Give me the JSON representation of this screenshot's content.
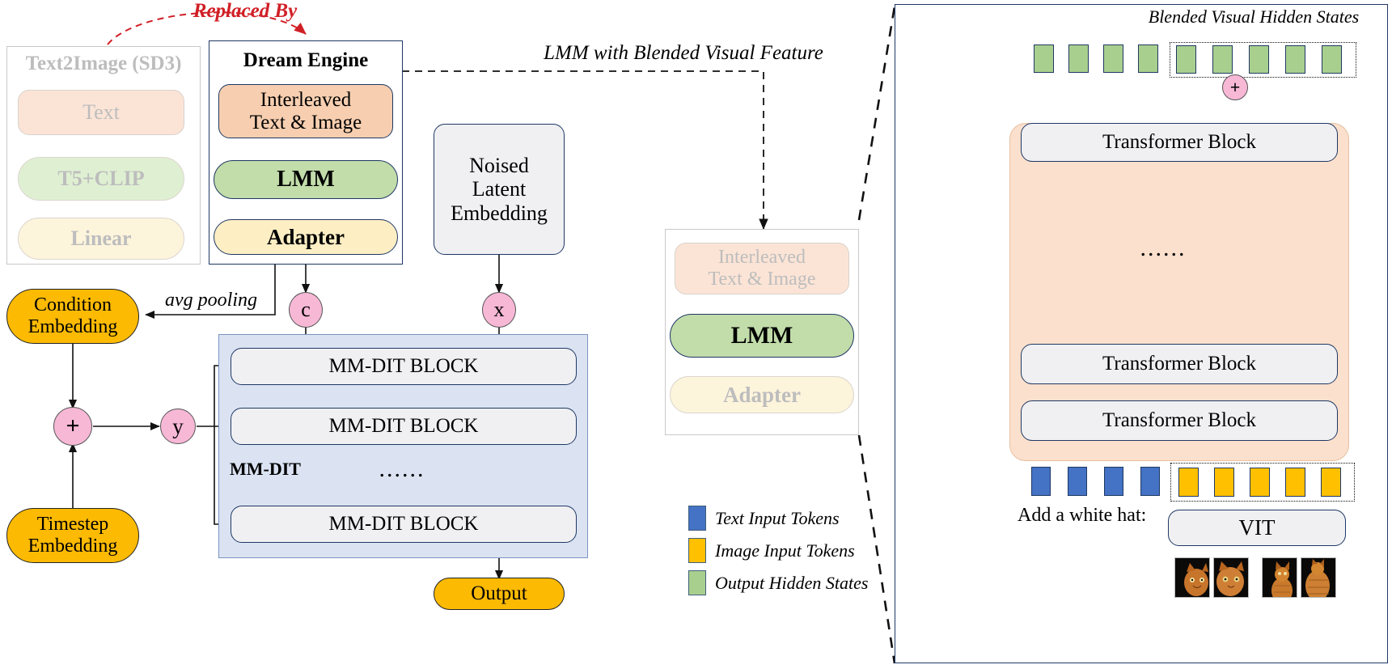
{
  "figure": {
    "replaced_by_label": "Replaced By",
    "lmm_blended_label": "LMM with Blended Visual Feature",
    "avg_pooling_label": "avg pooling",
    "blended_hidden_label": "Blended Visual Hidden States",
    "mmdit_label": "MM-DIT",
    "ellipsis": "......"
  },
  "colors": {
    "orange_block": "#f7cfb0",
    "green_block": "#c2dcaa",
    "yellow_block": "#fdeec4",
    "gray_block": "#f0f0f3",
    "blue_panel": "#dbe3f3",
    "peach_panel": "#fbe0cd",
    "gold_oval": "#fcba03",
    "pink_circle": "#f7b8d6",
    "text_token": "#4472c4",
    "image_token": "#ffc000",
    "output_token": "#a9cf8e",
    "accent_red": "#d11f26",
    "border_navy": "#1f3864",
    "faded_text": "#bdbdbd"
  },
  "text2image_panel": {
    "title": "Text2Image (SD3)",
    "blocks": [
      {
        "label": "Text",
        "color": "#fbe4d6"
      },
      {
        "label": "T5+CLIP",
        "color": "#dff0d2"
      },
      {
        "label": "Linear",
        "color": "#fdf4dc"
      }
    ]
  },
  "dream_engine_panel": {
    "title": "Dream Engine",
    "blocks": [
      {
        "label": "Interleaved\nText & Image",
        "color": "#f7cfb0"
      },
      {
        "label": "LMM",
        "color": "#c2dcaa"
      },
      {
        "label": "Adapter",
        "color": "#fdeec4"
      }
    ],
    "block_lines": {
      "interleaved_line1": "Interleaved",
      "interleaved_line2": "Text & Image",
      "lmm": "LMM",
      "adapter": "Adapter"
    }
  },
  "noised_latent": {
    "line1": "Noised",
    "line2": "Latent",
    "line3": "Embedding"
  },
  "embeddings": {
    "condition_line1": "Condition",
    "condition_line2": "Embedding",
    "timestep_line1": "Timestep",
    "timestep_line2": "Embedding"
  },
  "symbols": {
    "plus": "+",
    "y": "y",
    "c": "c",
    "x": "x",
    "plus_right": "+"
  },
  "mmdit_stack": {
    "blocks": [
      "MM-DIT BLOCK",
      "MM-DIT BLOCK",
      "MM-DIT BLOCK"
    ],
    "label": "MM-DIT",
    "ellipsis": "......"
  },
  "output_node": {
    "label": "Output"
  },
  "lmm_faded_panel": {
    "blocks": [
      {
        "label_line1": "Interleaved",
        "label_line2": "Text & Image",
        "color": "#fbe4d6",
        "faded": true
      },
      {
        "label_line1": "LMM",
        "label_line2": "",
        "color": "#c2dcaa",
        "faded": false
      },
      {
        "label_line1": "Adapter",
        "label_line2": "",
        "color": "#fdf4dc",
        "faded": true
      }
    ]
  },
  "legend": {
    "items": [
      {
        "label": "Text Input Tokens",
        "color": "#4472c4"
      },
      {
        "label": "Image Input Tokens",
        "color": "#ffc000"
      },
      {
        "label": "Output Hidden States",
        "color": "#a9cf8e"
      }
    ]
  },
  "detail_panel": {
    "title": "Blended Visual Hidden States",
    "transformer_blocks": [
      "Transformer Block",
      "Transformer Block",
      "Transformer Block"
    ],
    "ellipsis": "......",
    "vit_label": "VIT",
    "prompt_text": "Add a white hat:",
    "output_token_count": 9,
    "output_tokens_in_dotbox": 5,
    "text_token_count": 4,
    "image_token_count": 5,
    "image_thumbnail_count": 4,
    "plus_symbol": "+"
  }
}
